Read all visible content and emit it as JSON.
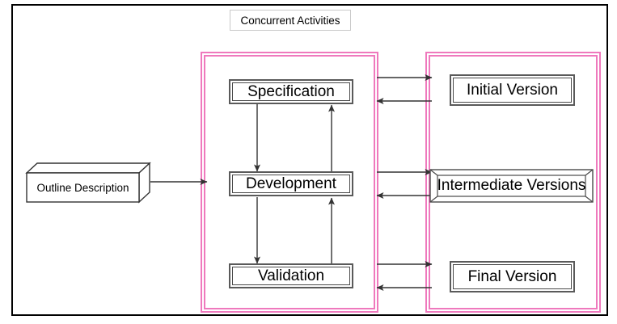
{
  "diagram": {
    "title_label": "Concurrent Activities",
    "input": {
      "label": "Outline Description",
      "shape": "3d-box"
    },
    "activities_container": {
      "name": "concurrent-activities-group",
      "border_color": "#ef79bd",
      "boxes": [
        {
          "label": "Specification"
        },
        {
          "label": "Development"
        },
        {
          "label": "Validation"
        }
      ]
    },
    "versions_container": {
      "name": "versions-group",
      "border_color": "#ef79bd",
      "boxes": [
        {
          "label": "Initial Version",
          "shape": "double-box"
        },
        {
          "label": "Intermediate Versions",
          "shape": "3d-box"
        },
        {
          "label": "Final Version",
          "shape": "double-box"
        }
      ]
    },
    "connections": [
      {
        "from": "Outline Description",
        "to": "Concurrent Activities",
        "direction": "right"
      },
      {
        "from": "Specification",
        "to": "Initial Version",
        "direction": "right"
      },
      {
        "from": "Initial Version",
        "to": "Specification",
        "direction": "left"
      },
      {
        "from": "Development",
        "to": "Intermediate Versions",
        "direction": "right"
      },
      {
        "from": "Intermediate Versions",
        "to": "Development",
        "direction": "left"
      },
      {
        "from": "Validation",
        "to": "Final Version",
        "direction": "right"
      },
      {
        "from": "Final Version",
        "to": "Validation",
        "direction": "left"
      },
      {
        "from": "Specification",
        "to": "Development",
        "direction": "down"
      },
      {
        "from": "Development",
        "to": "Specification",
        "direction": "up"
      },
      {
        "from": "Development",
        "to": "Validation",
        "direction": "down"
      },
      {
        "from": "Validation",
        "to": "Development",
        "direction": "up"
      }
    ],
    "colors": {
      "frame": "#000000",
      "pink": "#ef79bd",
      "box_border": "#4a4a4a",
      "label_border": "#c9c9c9",
      "arrow": "#333333",
      "background": "#ffffff"
    }
  }
}
